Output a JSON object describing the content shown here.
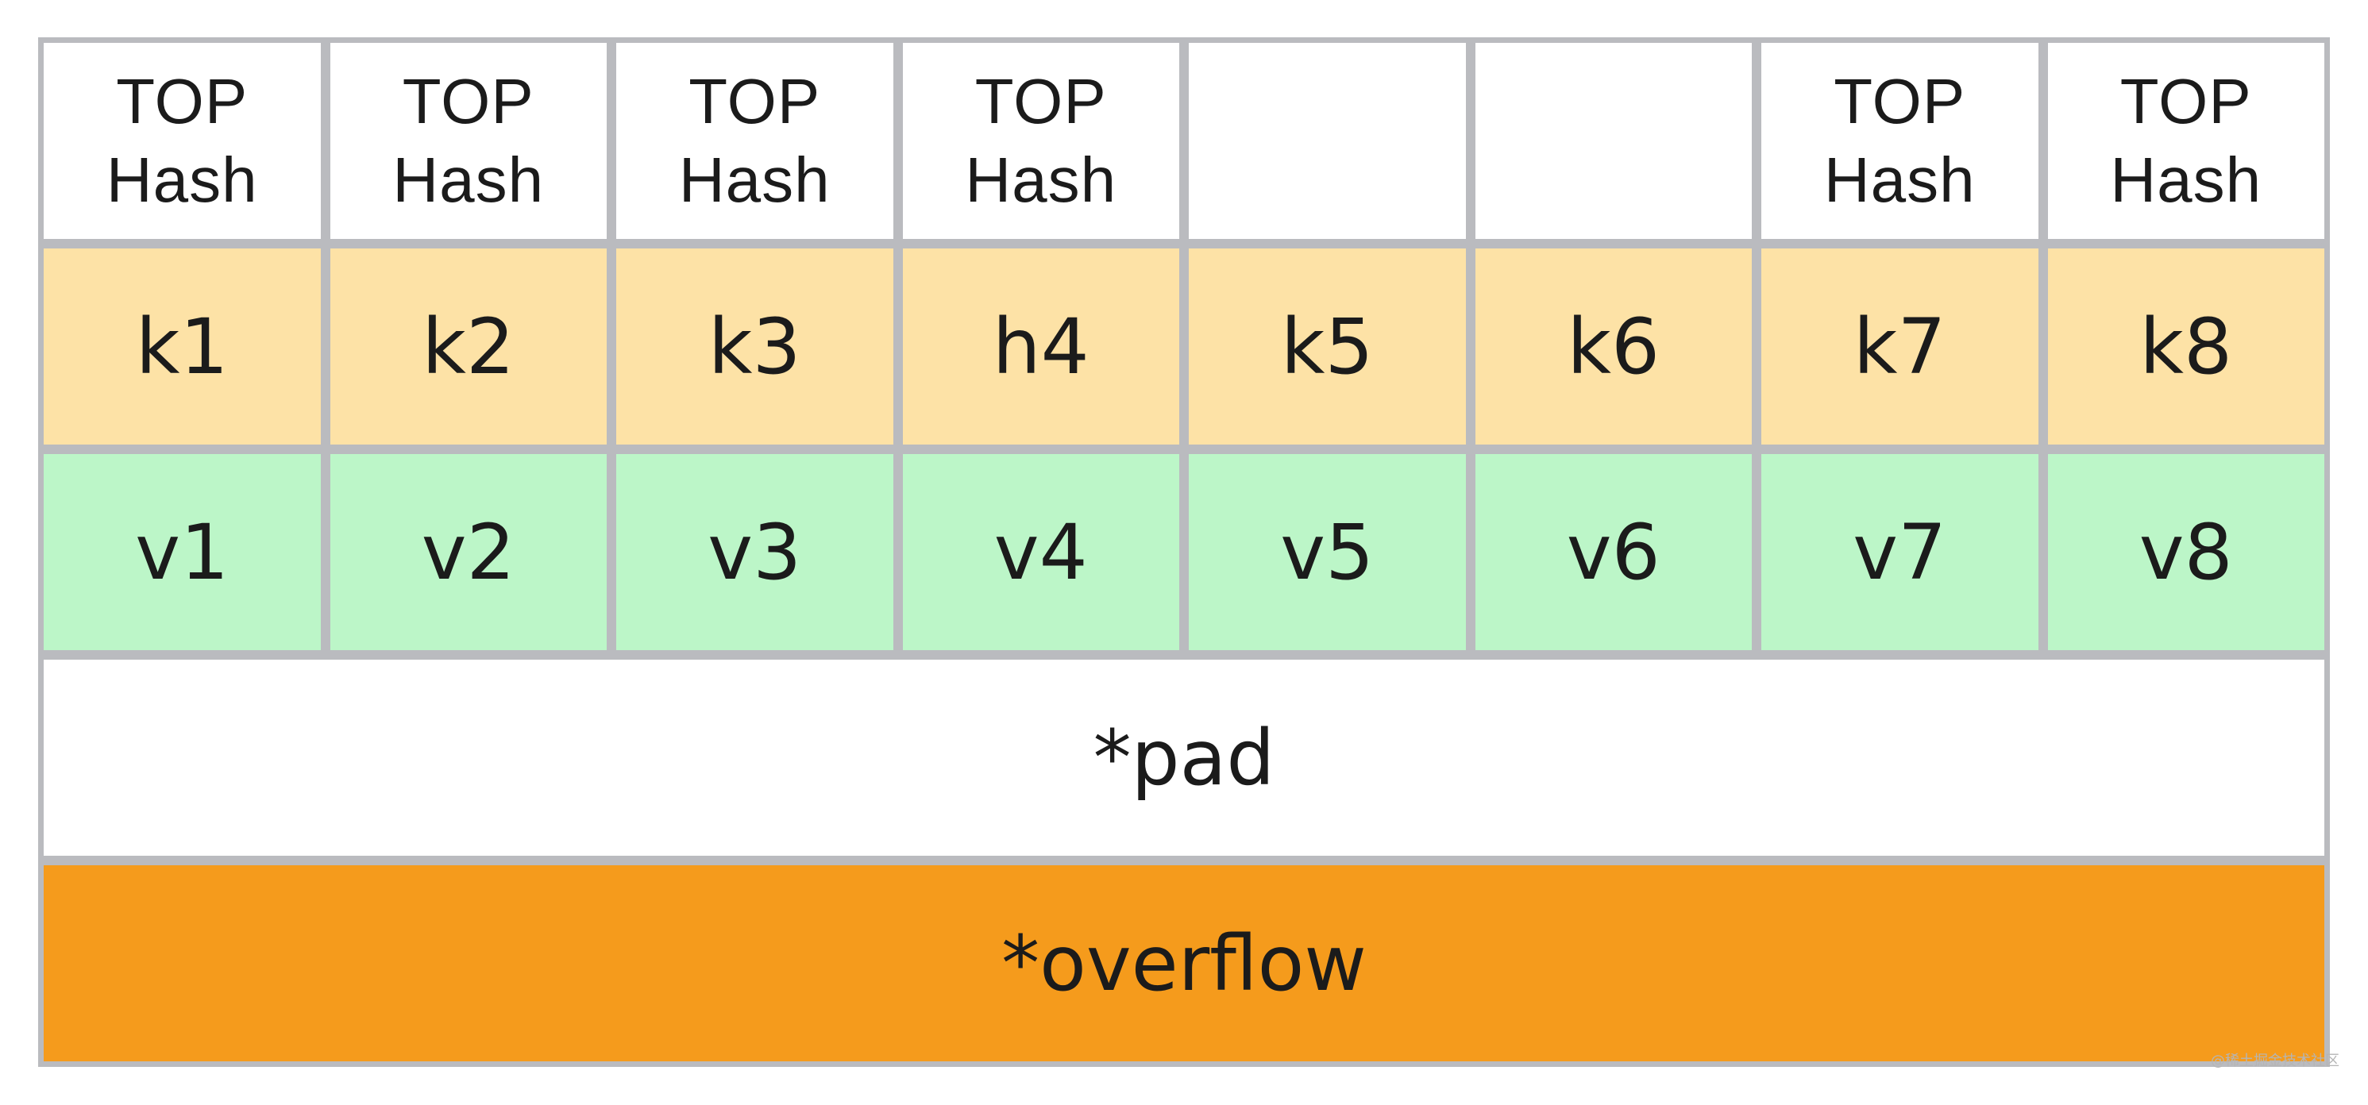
{
  "tophash_row": [
    {
      "line1": "TOP",
      "line2": "Hash"
    },
    {
      "line1": "TOP",
      "line2": "Hash"
    },
    {
      "line1": "TOP",
      "line2": "Hash"
    },
    {
      "line1": "TOP",
      "line2": "Hash"
    },
    {
      "line1": "",
      "line2": ""
    },
    {
      "line1": "",
      "line2": ""
    },
    {
      "line1": "TOP",
      "line2": "Hash"
    },
    {
      "line1": "TOP",
      "line2": "Hash"
    }
  ],
  "keys_row": [
    "k1",
    "k2",
    "k3",
    "h4",
    "k5",
    "k6",
    "k7",
    "k8"
  ],
  "values_row": [
    "v1",
    "v2",
    "v3",
    "v4",
    "v5",
    "v6",
    "v7",
    "v8"
  ],
  "pad_label": "*pad",
  "overflow_label": "*overflow",
  "watermark": "@稀土掘金技术社区",
  "colors": {
    "grid_line": "#babbbf",
    "tophash_bg": "#ffffff",
    "key_bg": "#fde2a6",
    "value_bg": "#bcf6c8",
    "pad_bg": "#ffffff",
    "overflow_bg": "#f59b1c",
    "text": "#1b1b1b"
  }
}
